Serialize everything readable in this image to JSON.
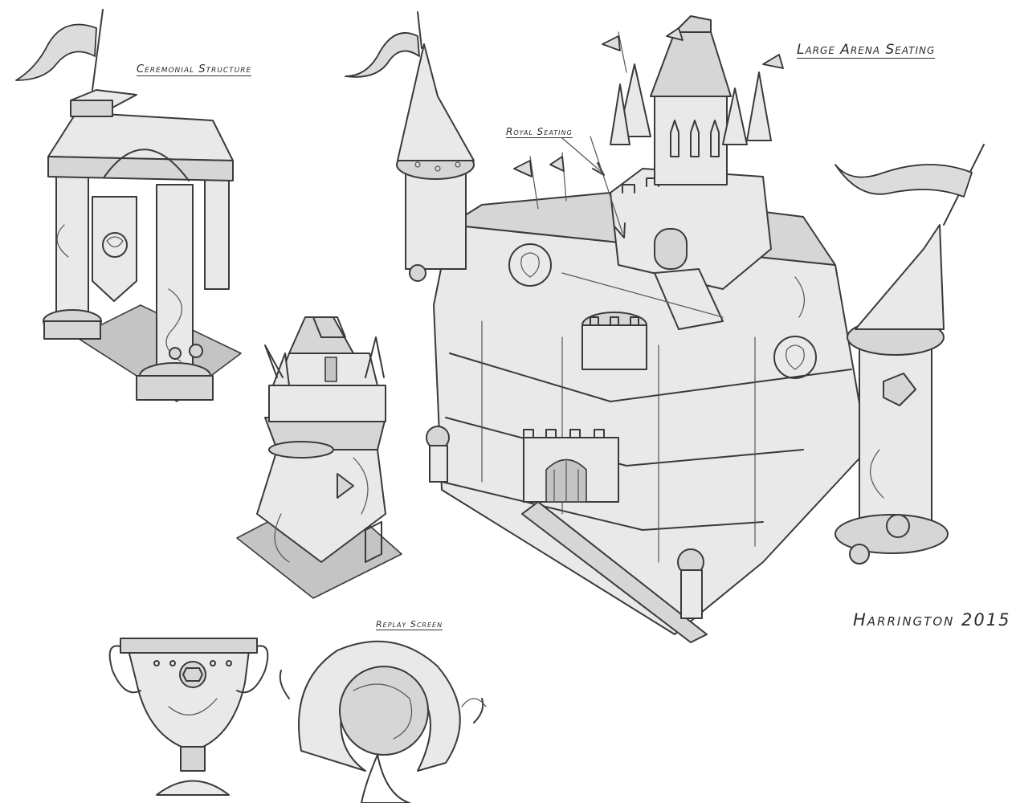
{
  "labels": {
    "ceremonial_structure": "Ceremonial Structure",
    "large_arena_seating": "Large Arena Seating",
    "royal_seating": "Royal Seating",
    "replay_screen": "Replay Screen",
    "signature": "Harrington 2015"
  }
}
